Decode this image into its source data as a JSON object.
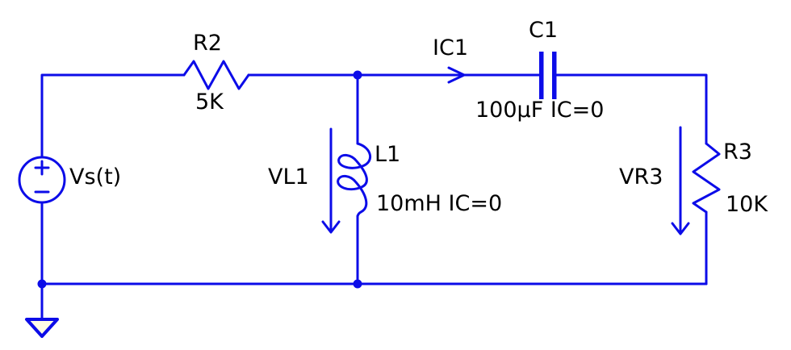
{
  "meta": {
    "description": "Circuit schematic: series-parallel RLC network driven by a voltage source"
  },
  "colors": {
    "wire": "#0c0ce8",
    "label_text": "#000000",
    "ground_fill": "#fffce6",
    "background": "#ffffff"
  },
  "source": {
    "label": "Vs(t)",
    "polarity_plus": "+",
    "polarity_minus": "−"
  },
  "r2": {
    "ref": "R2",
    "value": "5K"
  },
  "c1": {
    "ref": "C1",
    "value": "100µF IC=0",
    "current_arrow_label": "IC1"
  },
  "l1": {
    "ref": "L1",
    "value": "10mH IC=0",
    "voltage_arrow_label": "VL1"
  },
  "r3": {
    "ref": "R3",
    "value": "10K",
    "voltage_arrow_label": "VR3"
  }
}
